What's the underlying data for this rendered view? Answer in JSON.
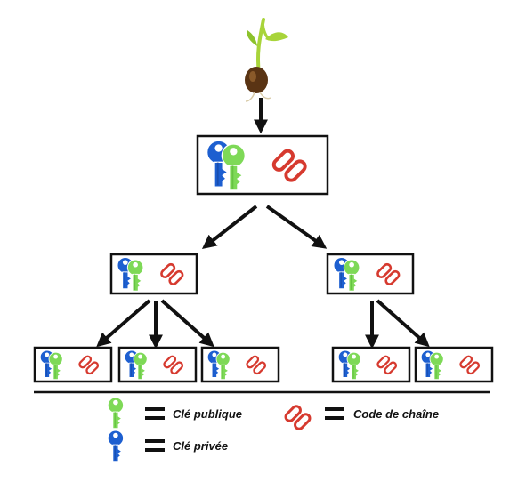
{
  "colors": {
    "public_key": "#7ed957",
    "public_key_dark": "#4fae2e",
    "private_key": "#1d5fd0",
    "private_key_dark": "#123f94",
    "chain_code": "#d63a2f",
    "stroke": "#111111",
    "seed": "#5a3414",
    "sprout": "#a8d43a"
  },
  "icons": {
    "seed": "seed-sprout-icon",
    "public_key": "green-key-icon",
    "private_key": "blue-key-icon",
    "chain_code": "chain-link-icon"
  },
  "legend": {
    "public_key": "Clé publique",
    "private_key": "Clé privée",
    "chain_code": "Code de chaîne"
  }
}
